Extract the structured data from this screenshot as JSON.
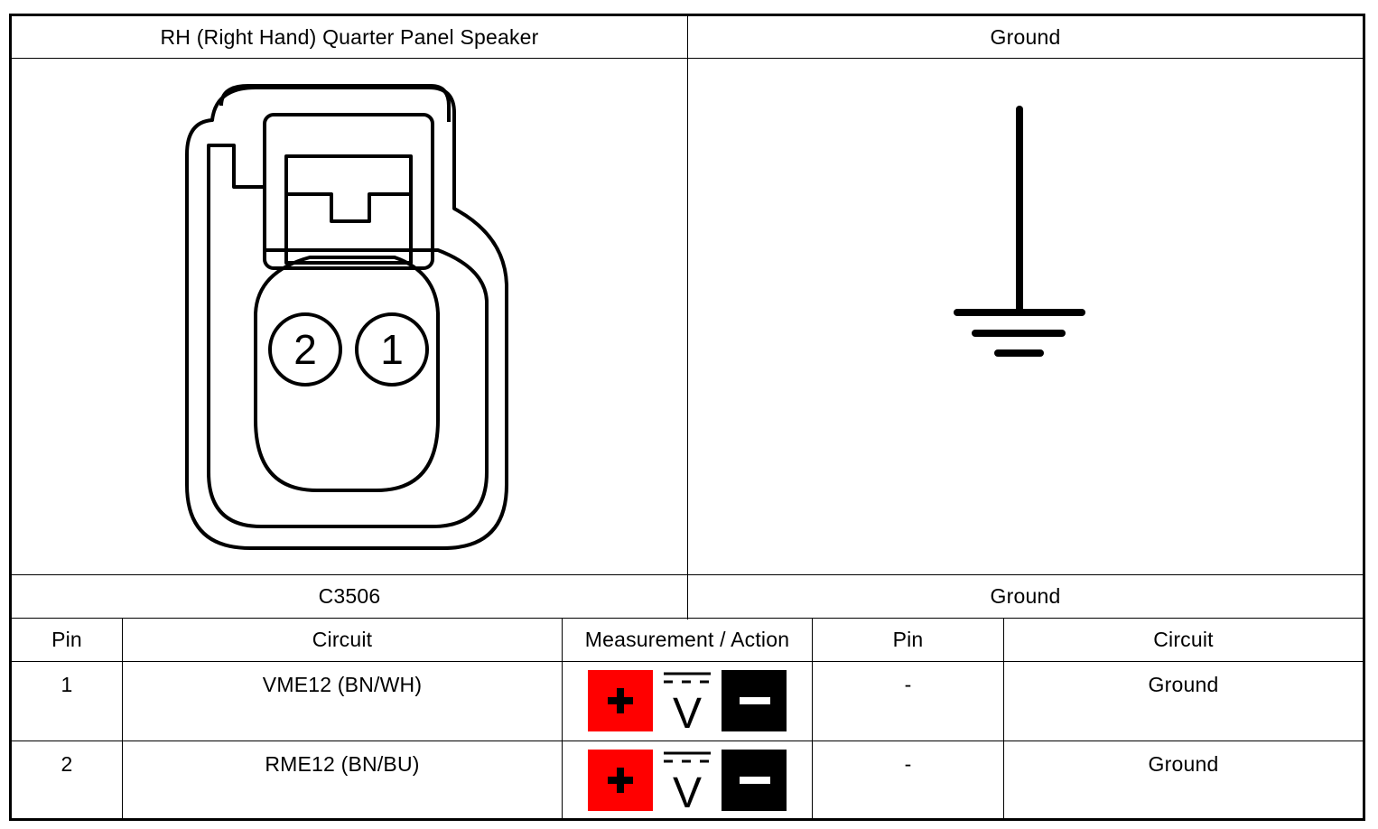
{
  "header": {
    "left_title": "RH (Right Hand) Quarter Panel Speaker",
    "right_title": "Ground"
  },
  "connector": {
    "pins": [
      {
        "label": "2"
      },
      {
        "label": "1"
      }
    ]
  },
  "footer": {
    "left_label": "C3506",
    "right_label": "Ground"
  },
  "table": {
    "columns": [
      "Pin",
      "Circuit",
      "Measurement / Action",
      "Pin",
      "Circuit"
    ],
    "rows": [
      {
        "pin": "1",
        "circuit": "VME12 (BN/WH)",
        "measurement": "dc-voltage-measurement",
        "ground_pin": "-",
        "ground_circuit": "Ground"
      },
      {
        "pin": "2",
        "circuit": "RME12 (BN/BU)",
        "measurement": "dc-voltage-measurement",
        "ground_pin": "-",
        "ground_circuit": "Ground"
      }
    ]
  },
  "meter": {
    "plus_symbol": "+",
    "minus_symbol": "−",
    "voltage_symbol": "V",
    "plus_color": "#ff0000",
    "minus_color": "#000000"
  }
}
